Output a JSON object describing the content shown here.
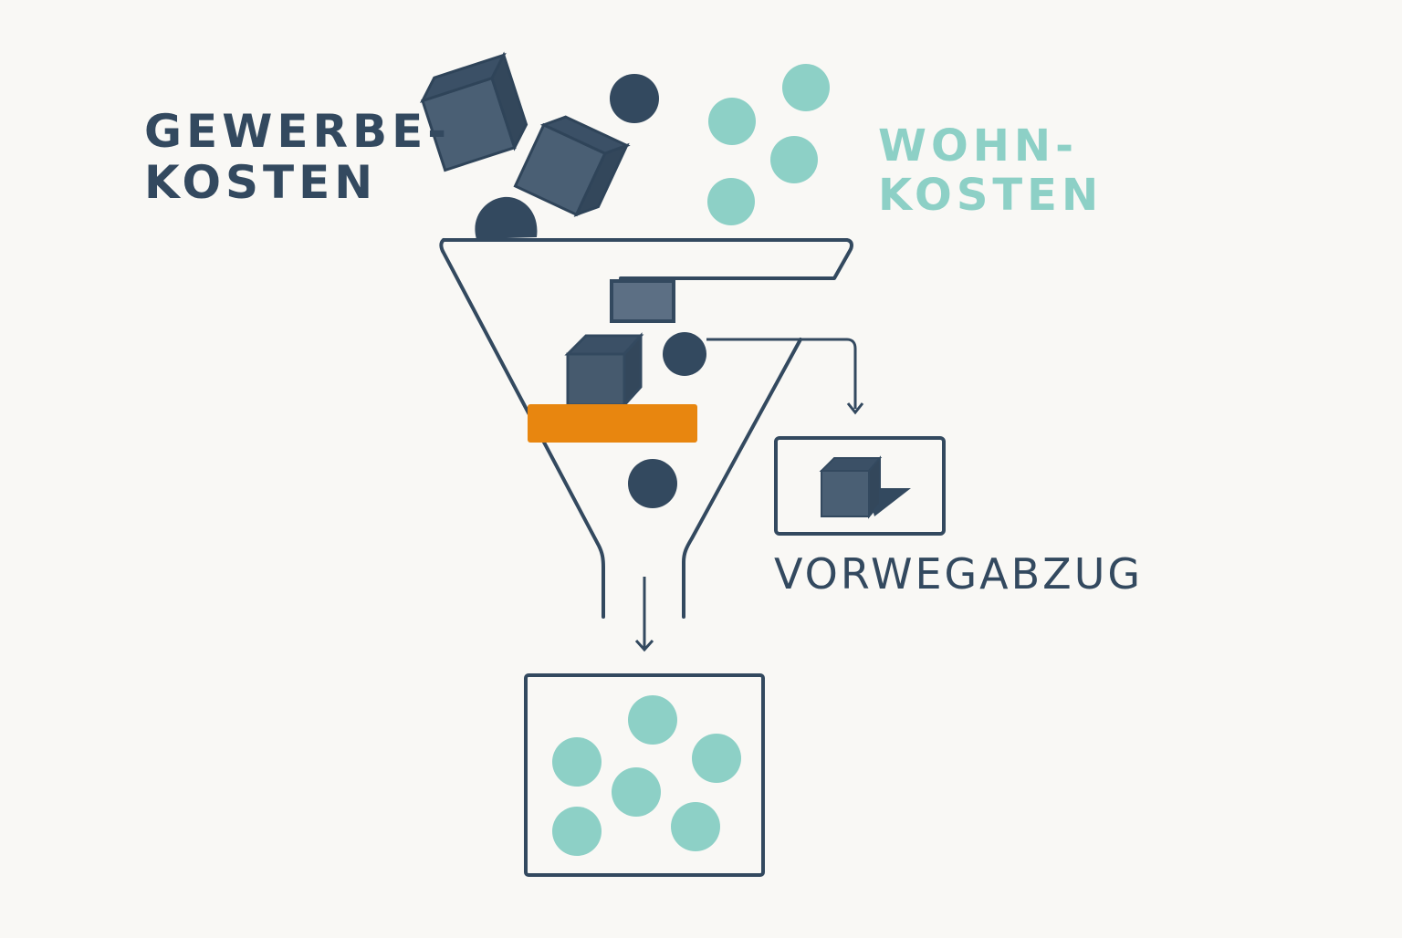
{
  "colors": {
    "background": "#f9f8f5",
    "dark": "#33495f",
    "cube_face": "#465a6e",
    "cube_side": "#33495f",
    "teal": "#8dd0c6",
    "orange": "#e8860f",
    "line": "#33495f"
  },
  "labels": {
    "gewerbe": [
      "GEWERBE-",
      "KOSTEN"
    ],
    "wohn": [
      "WOHN-",
      "KOSTEN"
    ],
    "vorweg": "VORWEGABZUG"
  },
  "icons": {
    "funnel": "funnel-icon",
    "cube": "cube-icon",
    "dot": "circle-icon",
    "arrow": "arrow-down-icon"
  }
}
